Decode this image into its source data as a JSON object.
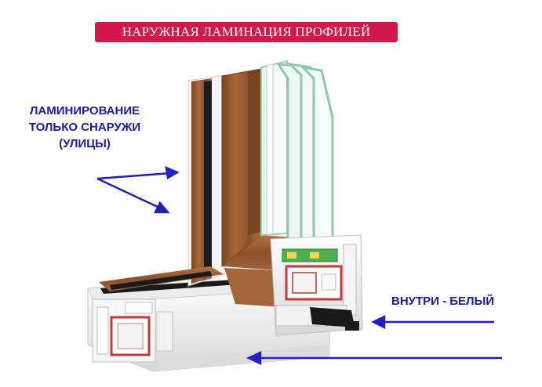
{
  "title": "НАРУЖНАЯ ЛАМИНАЦИЯ ПРОФИЛЕЙ",
  "outside_label": {
    "line1": "ЛАМИНИРОВАНИЕ",
    "line2": "ТОЛЬКО СНАРУЖИ",
    "line3": "(УЛИЦЫ)"
  },
  "inside_label": "ВНУТРИ - БЕЛЫЙ",
  "colors": {
    "banner": "#d4184a",
    "label_text": "#1a1aa8",
    "arrow": "#2020c0",
    "wood": "#9a5a2c",
    "pvc": "#f2f2f2"
  },
  "icons": [
    "arrow-right-icon",
    "arrow-left-icon"
  ]
}
